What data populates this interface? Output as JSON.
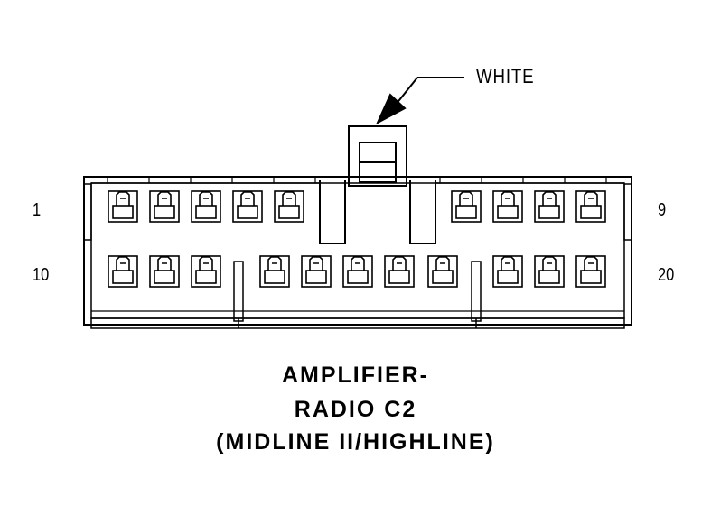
{
  "connector": {
    "title_lines": [
      "AMPLIFIER-",
      "RADIO C2",
      "(MIDLINE II/HIGHLINE)"
    ],
    "color": "WHITE",
    "pin_labels": {
      "top_left": "1",
      "top_right": "9",
      "bottom_left": "10",
      "bottom_right": "20"
    },
    "top_row_cavities": 9,
    "bottom_row_cavities": 11,
    "ink_color": "#000000",
    "background_color": "#ffffff"
  }
}
